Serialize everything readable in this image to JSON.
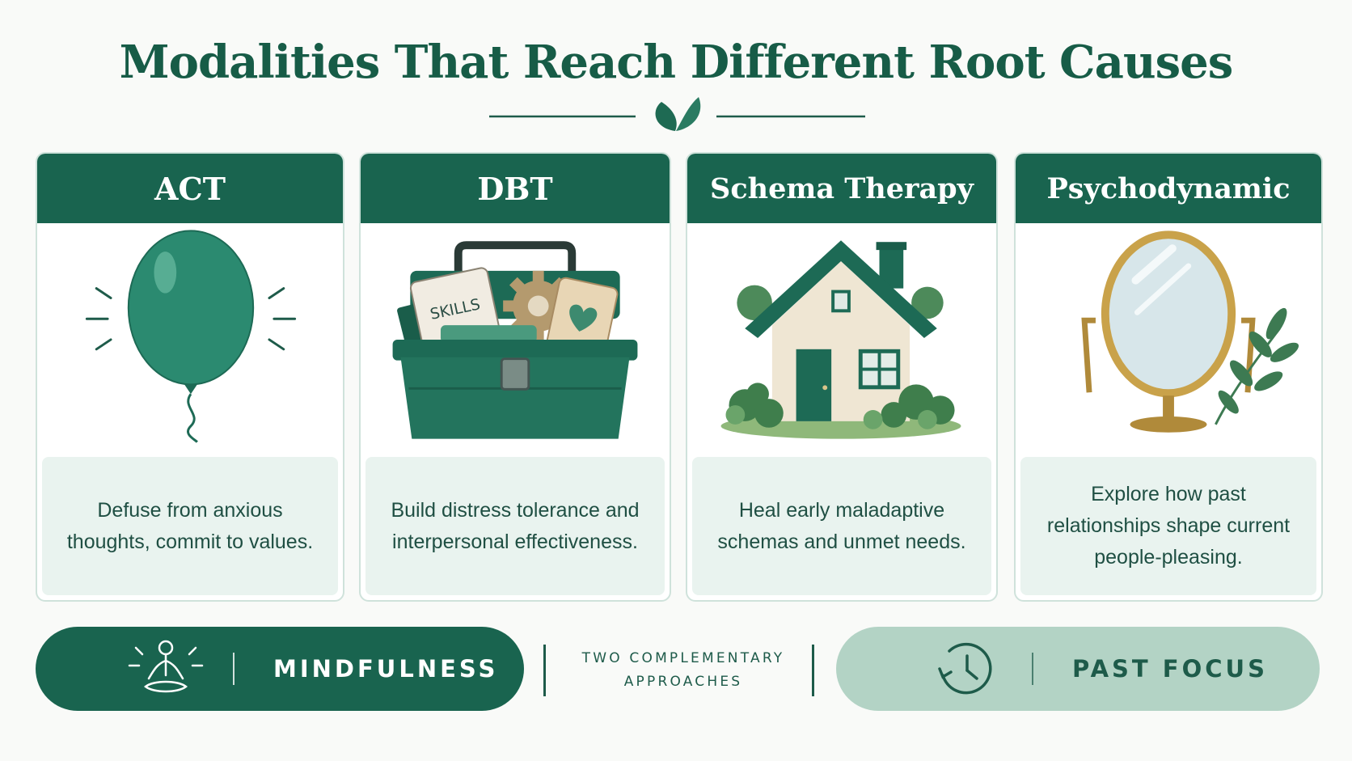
{
  "title": "Modalities That Reach Different Root Causes",
  "colors": {
    "primary": "#19644f",
    "card_desc_bg": "#e9f3ef",
    "pill_light": "#b3d3c5",
    "background": "#f9faf8"
  },
  "cards": [
    {
      "heading": "ACT",
      "icon": "balloon-icon",
      "description": "Defuse from anxious thoughts, commit to values."
    },
    {
      "heading": "DBT",
      "icon": "toolbox-icon",
      "toolbox_card_label": "SKILLS",
      "description": "Build distress tolerance and interpersonal effectiveness."
    },
    {
      "heading": "Schema Therapy",
      "icon": "house-icon",
      "description": "Heal early maladaptive schemas and unmet needs."
    },
    {
      "heading": "Psychodynamic",
      "icon": "mirror-icon",
      "description": "Explore how past relationships shape current people-pleasing."
    }
  ],
  "bottom": {
    "left": {
      "icon": "meditation-icon",
      "label": "MINDFULNESS"
    },
    "center_label": "TWO COMPLEMENTARY APPROACHES",
    "right": {
      "icon": "clock-history-icon",
      "label": "PAST FOCUS"
    }
  }
}
